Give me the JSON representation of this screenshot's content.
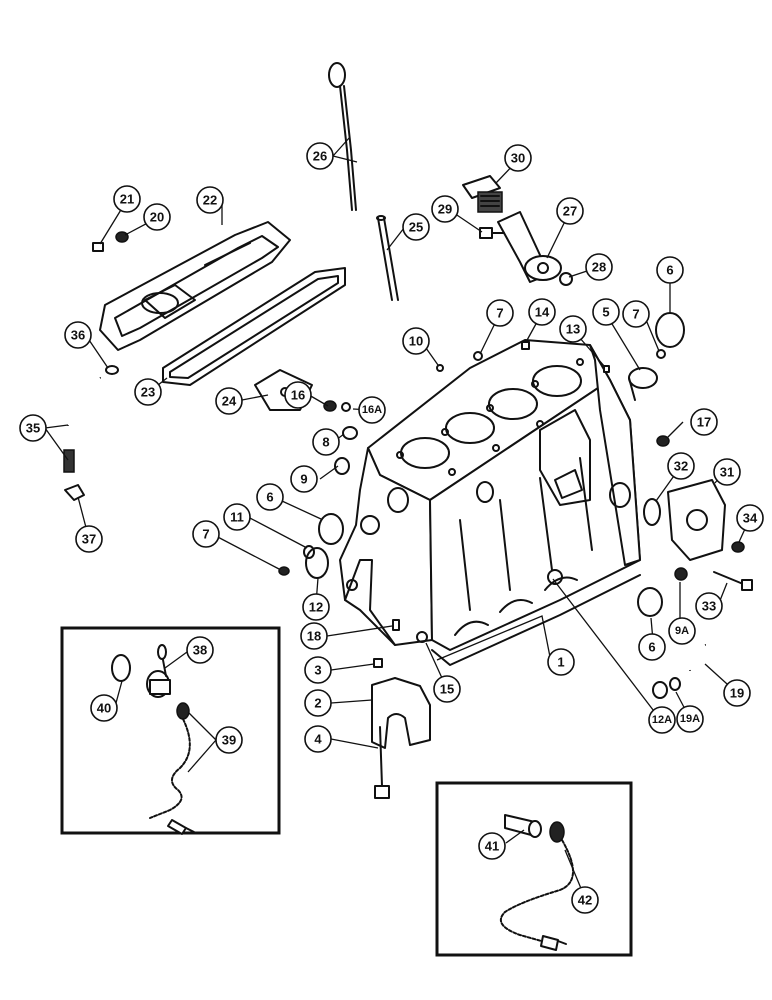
{
  "callouts": {
    "c1": "1",
    "c2": "2",
    "c3": "3",
    "c4": "4",
    "c5": "5",
    "c6a": "6",
    "c6b": "6",
    "c6c": "6",
    "c7a": "7",
    "c7b": "7",
    "c7c": "7",
    "c8": "8",
    "c9": "9",
    "c9a": "9A",
    "c10": "10",
    "c11": "11",
    "c12": "12",
    "c12a": "12A",
    "c13": "13",
    "c14": "14",
    "c15": "15",
    "c16": "16",
    "c16a": "16A",
    "c17": "17",
    "c18": "18",
    "c19": "19",
    "c19a": "19A",
    "c20": "20",
    "c21": "21",
    "c22": "22",
    "c23": "23",
    "c24": "24",
    "c25": "25",
    "c26": "26",
    "c27": "27",
    "c28": "28",
    "c29": "29",
    "c30": "30",
    "c31": "31",
    "c32": "32",
    "c33": "33",
    "c34": "34",
    "c35": "35",
    "c36": "36",
    "c37": "37",
    "c38": "38",
    "c39": "39",
    "c40": "40",
    "c41": "41",
    "c42": "42"
  }
}
